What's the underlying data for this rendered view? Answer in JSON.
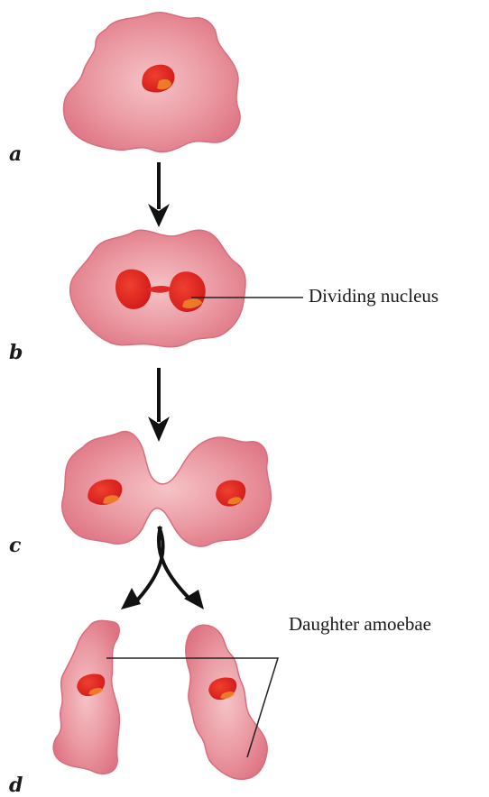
{
  "stages": [
    {
      "letter": "a"
    },
    {
      "letter": "b"
    },
    {
      "letter": "c"
    },
    {
      "letter": "d"
    }
  ],
  "labels": {
    "dividing_nucleus": "Dividing nucleus",
    "daughter_amoebae": "Daughter amoebae"
  },
  "colors": {
    "cell_fill": "#e4808c",
    "cell_edge": "#cd5f6e",
    "cell_center": "#f2b2b8",
    "nucleus": "#e0201e",
    "nucleus_highlight": "#f2932a",
    "arrow": "#111111",
    "leader_line": "#222222"
  }
}
